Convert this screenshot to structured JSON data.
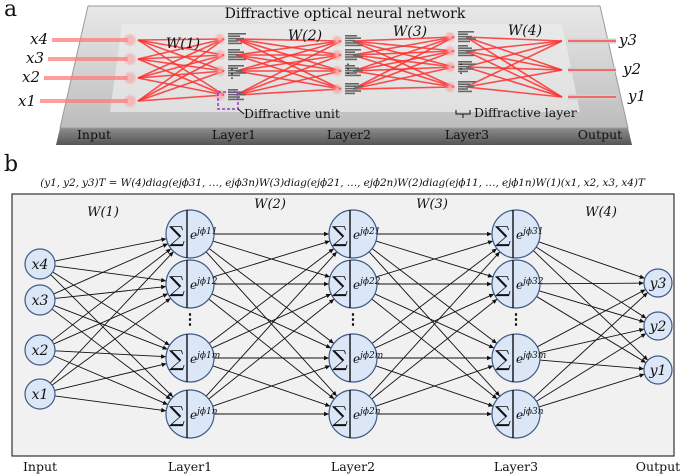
{
  "panel_a": {
    "label": "a",
    "title": "Diffractive optical neural network",
    "inputs": [
      "x4",
      "x3",
      "x2",
      "x1"
    ],
    "outputs": [
      "y3",
      "y2",
      "y1"
    ],
    "weights": [
      "W(1)",
      "W(2)",
      "W(3)",
      "W(4)"
    ],
    "bottom_labels": [
      "Input",
      "Layer1",
      "Layer2",
      "Layer3",
      "Output"
    ],
    "callout_unit": "Diffractive unit",
    "callout_layer": "Diffractive layer",
    "ellipsis": "⋮"
  },
  "panel_b": {
    "label": "b",
    "equation": "(y1, y2, y3)T = W(4)diag(ejϕ31, …, ejϕ3n)W(3)diag(ejϕ21, …, ejϕ2n)W(2)diag(ejϕ11, …, ejϕ1n)W(1)(x1, x2, x3, x4)T",
    "inputs": [
      "x4",
      "x3",
      "x2",
      "x1"
    ],
    "outputs": [
      "y3",
      "y2",
      "y1"
    ],
    "weights": [
      "W(1)",
      "W(2)",
      "W(3)",
      "W(4)"
    ],
    "layer_phases": [
      [
        "ϕ11",
        "ϕ12",
        "ϕ1m",
        "ϕ1n"
      ],
      [
        "ϕ21",
        "ϕ22",
        "ϕ2m",
        "ϕ2n"
      ],
      [
        "ϕ31",
        "ϕ32",
        "ϕ3m",
        "ϕ3n"
      ]
    ],
    "sum_symbol": "∑",
    "exp_base": "e",
    "exp_j": "j",
    "ellipsis": "⋮",
    "bottom_labels": [
      "Input",
      "Layer1",
      "Layer2",
      "Layer3",
      "Output"
    ]
  },
  "colors": {
    "beam": "#ff3030",
    "board_top": "#d9d9d9",
    "board_side": "#777777",
    "node_fill": "#dbe6f7",
    "node_stroke": "#3e5a86",
    "panel_b_bg": "#f1f1f1",
    "callout_box": "#8a3fbf"
  }
}
